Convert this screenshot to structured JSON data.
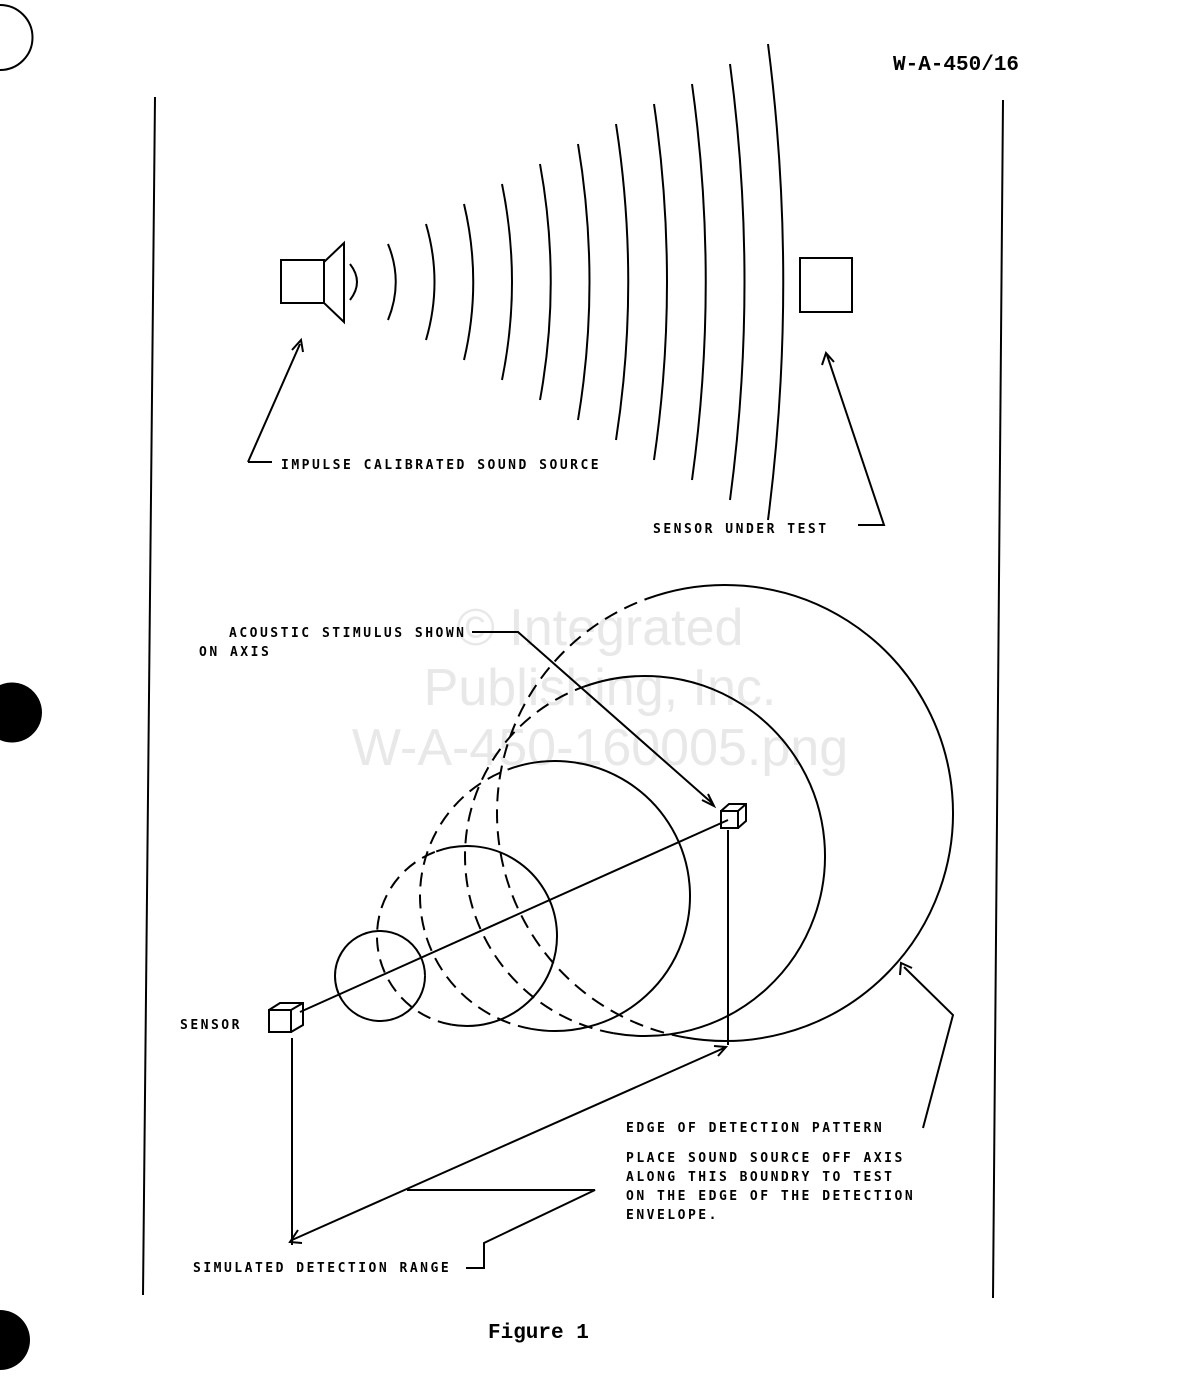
{
  "document_id": "W-A-450/16",
  "labels": {
    "sound_source": "IMPULSE CALIBRATED SOUND SOURCE",
    "sensor_under_test": "SENSOR UNDER TEST",
    "acoustic_line1": "ACOUSTIC STIMULUS SHOWN",
    "acoustic_line2": "ON AXIS",
    "sensor": "SENSOR",
    "edge_title": "EDGE OF DETECTION PATTERN",
    "edge_lines": [
      "PLACE SOUND SOURCE OFF AXIS",
      "ALONG THIS BOUNDRY TO TEST",
      "ON THE EDGE OF THE DETECTION",
      "ENVELOPE."
    ],
    "range": "SIMULATED DETECTION RANGE"
  },
  "caption": "Figure 1",
  "watermark": [
    "© Integrated",
    "Publishing, Inc.",
    "W-A-450-160005.png"
  ]
}
